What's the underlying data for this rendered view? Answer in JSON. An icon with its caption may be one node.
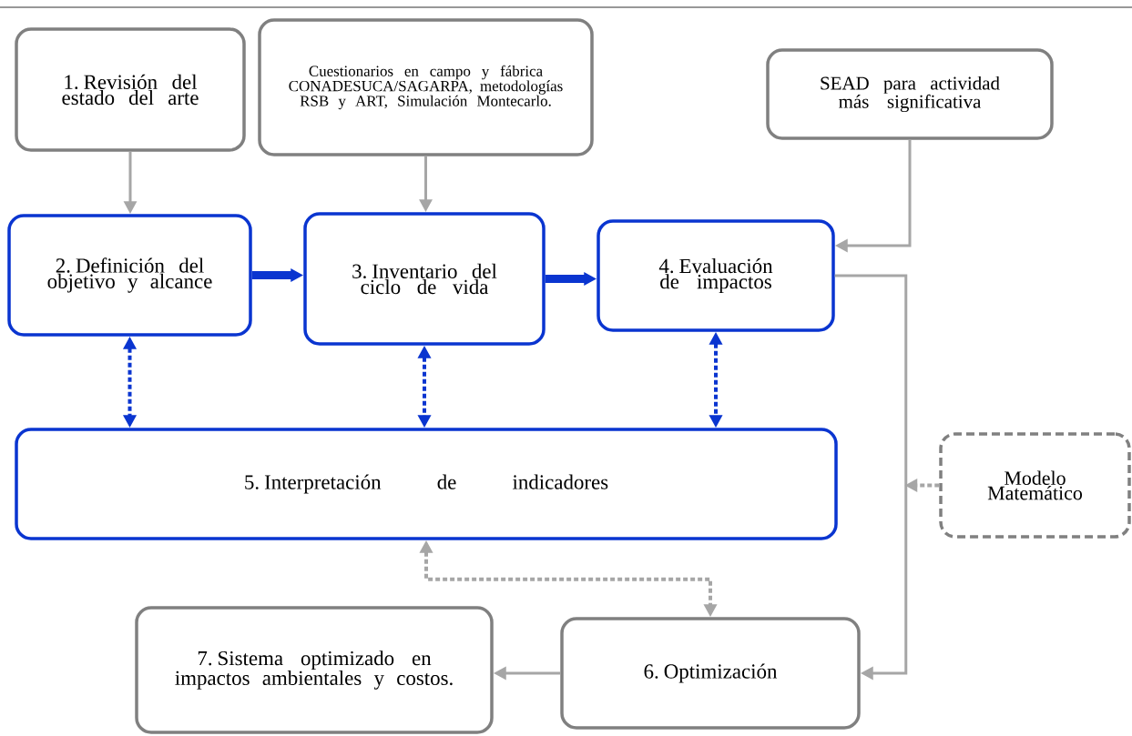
{
  "diagram": {
    "nodes": [
      {
        "text": [
          "1. Revisión del estado del arte"
        ]
      },
      {
        "text": [
          "Cuestionarios en campo y fábrica CONADESUCA/SAGARPA, metodologías RSB y ART, Simulación Montecarlo."
        ]
      },
      {
        "text": [
          "SEAD para actividad más significativa"
        ]
      },
      {
        "text": [
          "2. Definición del objetivo y alcance"
        ]
      },
      {
        "text": [
          "3. Inventario del ciclo de vida"
        ]
      },
      {
        "text": [
          "4. Evaluación de impactos"
        ]
      },
      {
        "text": [
          "5. Interpretación de indicadores"
        ]
      },
      {
        "text": [
          "Modelo Matemático"
        ]
      },
      {
        "text": [
          "7. Sistema optimizado en impactos ambientales y costos."
        ]
      },
      {
        "text": [
          "6. Optimización"
        ]
      }
    ],
    "edges": [
      {
        "from": 0,
        "to": 3,
        "arrow": "to",
        "color": "#a6a6a6"
      },
      {
        "from": 1,
        "to": 4,
        "arrow": "to",
        "color": "#a6a6a6"
      },
      {
        "from": 2,
        "to": 5,
        "arrow": "to",
        "color": "#a6a6a6"
      },
      {
        "from": 3,
        "to": 4,
        "arrow": "to",
        "style": "thick",
        "color": "#0a35d0"
      },
      {
        "from": 4,
        "to": 5,
        "arrow": "to",
        "style": "thick",
        "color": "#0a35d0"
      },
      {
        "from": 3,
        "to": 6,
        "arrow": "both",
        "style": "dashed",
        "color": "#0a35d0"
      },
      {
        "from": 4,
        "to": 6,
        "arrow": "both",
        "style": "dashed",
        "color": "#0a35d0"
      },
      {
        "from": 5,
        "to": 6,
        "arrow": "both",
        "style": "dashed",
        "color": "#0a35d0"
      },
      {
        "from": 5,
        "to": 9,
        "arrow": "to",
        "color": "#a6a6a6"
      },
      {
        "from": 9,
        "to": 8,
        "arrow": "to",
        "color": "#a6a6a6"
      },
      {
        "from": 6,
        "to": 9,
        "arrow": "both",
        "style": "dashed",
        "color": "#a6a6a6"
      },
      {
        "from": 7,
        "to": null,
        "arrow": "to",
        "style": "dashed",
        "color": "#a6a6a6"
      }
    ]
  }
}
